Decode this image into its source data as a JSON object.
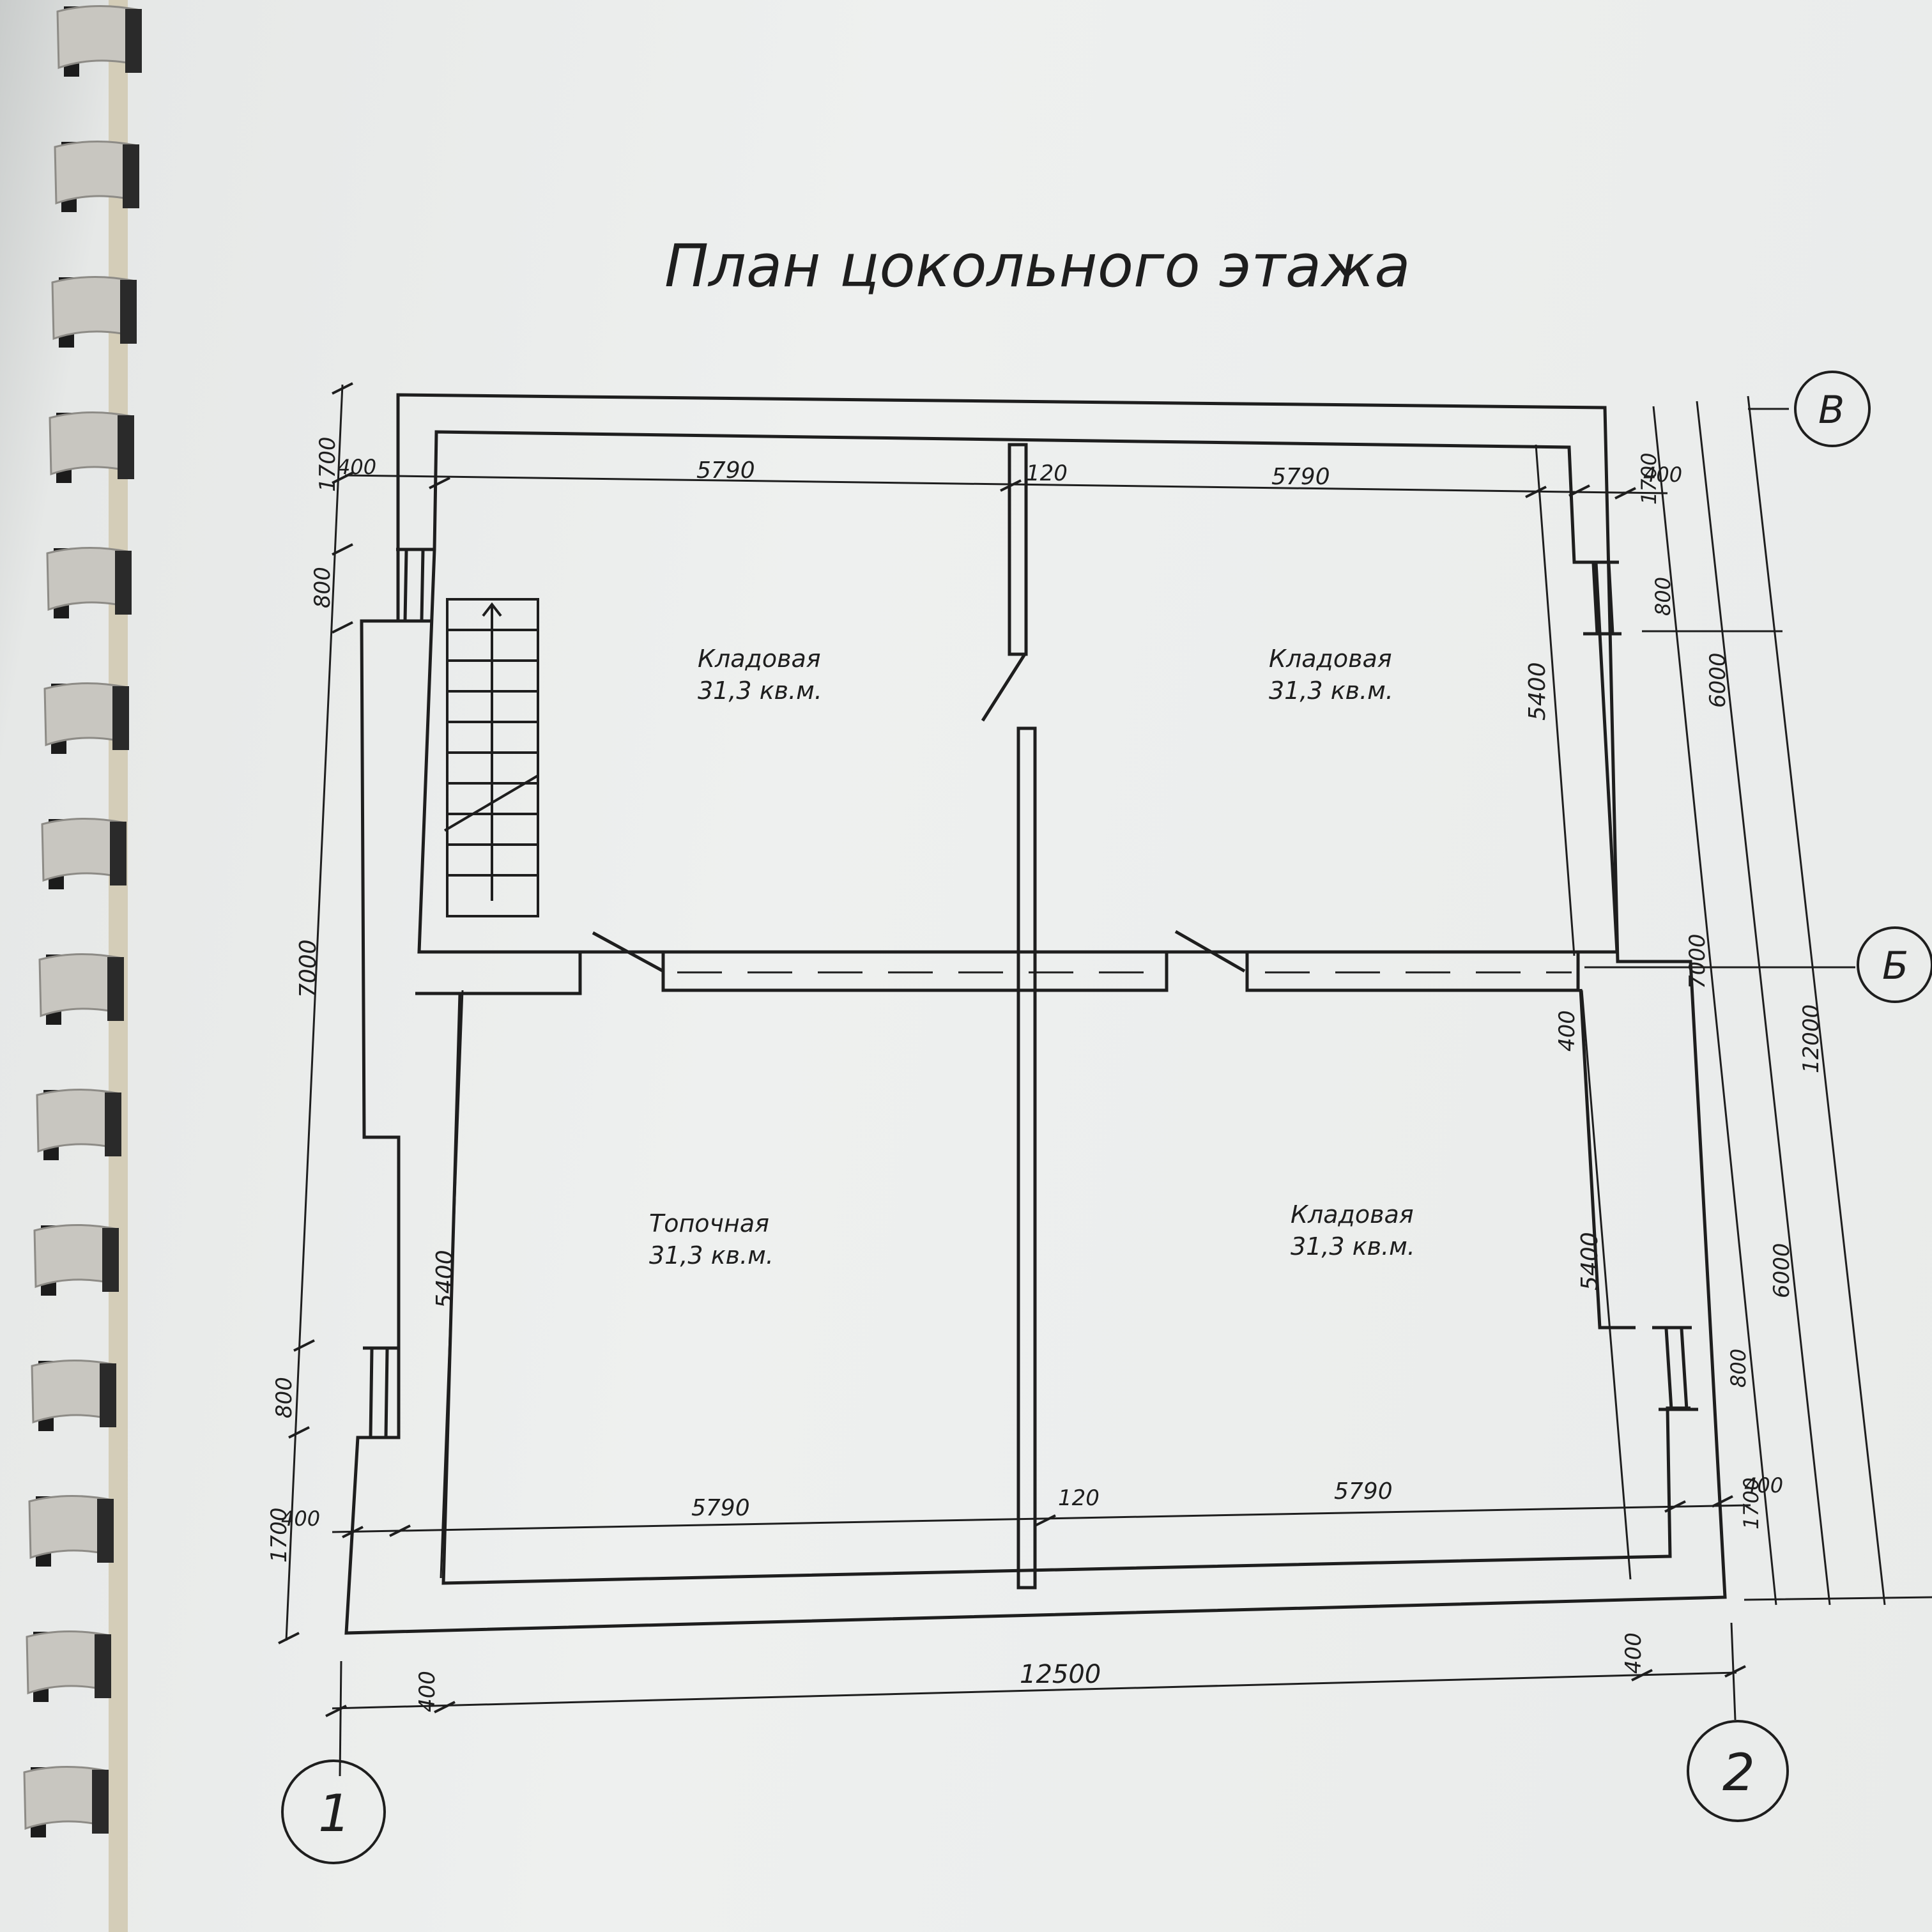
{
  "title": "План цокольного этажа",
  "rooms": [
    {
      "name": "Кладовая",
      "area": "31,3 кв.м."
    },
    {
      "name": "Кладовая",
      "area": "31,3 кв.м."
    },
    {
      "name": "Топочная",
      "area": "31,3 кв.м."
    },
    {
      "name": "Кладовая",
      "area": "31,3 кв.м."
    }
  ],
  "dimensions": {
    "top_left_room": "5790",
    "top_partition": "120",
    "top_right_room": "5790",
    "bottom_left_room": "5790",
    "bottom_partition": "120",
    "bottom_right_room": "5790",
    "overall_width": "12500",
    "wall_offset": "400",
    "left_1700_top": "1700",
    "left_800_top": "800",
    "left_7000": "7000",
    "left_800_bottom": "800",
    "left_1700_bottom": "1700",
    "inner_left_5400": "5400",
    "inner_right_5400_top": "5400",
    "inner_right_5400_bottom": "5400",
    "right_1700_top": "1700",
    "right_800_top": "800",
    "right_6000_top": "6000",
    "right_7000": "7000",
    "right_12000": "12000",
    "right_6000_bottom": "6000",
    "right_800_bottom": "800",
    "right_1700_bottom": "1700"
  },
  "axes": {
    "B": "В",
    "Б": "Б",
    "one": "1",
    "two": "2"
  }
}
